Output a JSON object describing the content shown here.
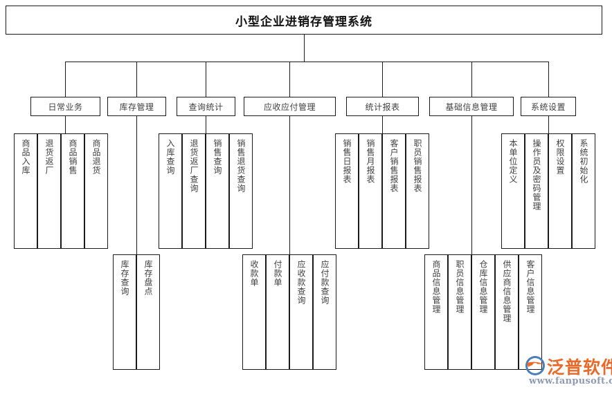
{
  "diagram": {
    "type": "org-tree",
    "root": {
      "label": "小型企业进销存管理系统"
    },
    "level2": [
      {
        "key": "daily",
        "label": "日常业务"
      },
      {
        "key": "stock",
        "label": "库存管理"
      },
      {
        "key": "query",
        "label": "查询统计"
      },
      {
        "key": "ar_ap",
        "label": "应收应付管理"
      },
      {
        "key": "reports",
        "label": "统计报表"
      },
      {
        "key": "basicinfo",
        "label": "基础信息管理"
      },
      {
        "key": "settings",
        "label": "系统设置"
      }
    ],
    "groups": {
      "daily": {
        "parent": "日常业务",
        "leaves": [
          {
            "label": "商品入库"
          },
          {
            "label": "退货返厂"
          },
          {
            "label": "商品销售"
          },
          {
            "label": "商品退货"
          }
        ]
      },
      "stock": {
        "parent": "库存管理",
        "leaves": [
          {
            "label": "库存查询"
          },
          {
            "label": "库存盘点"
          }
        ]
      },
      "query": {
        "parent": "查询统计",
        "leaves": [
          {
            "label": "入库查询"
          },
          {
            "label": "退货返厂查询"
          },
          {
            "label": "销售查询"
          },
          {
            "label": "销售退货查询"
          }
        ]
      },
      "ar_ap": {
        "parent": "应收应付管理",
        "leaves": [
          {
            "label": "收款单"
          },
          {
            "label": "付款单"
          },
          {
            "label": "应收款查询"
          },
          {
            "label": "应付款查询"
          }
        ]
      },
      "reports": {
        "parent": "统计报表",
        "leaves": [
          {
            "label": "销售日报表"
          },
          {
            "label": "销售月报表"
          },
          {
            "label": "客户销售报表"
          },
          {
            "label": "职员销售报表"
          }
        ]
      },
      "basicinfo": {
        "parent": "基础信息管理",
        "leaves": [
          {
            "label": "商品信息管理"
          },
          {
            "label": "职员信息管理"
          },
          {
            "label": "仓库信息管理"
          },
          {
            "label": "供应商信息管理"
          },
          {
            "label": "客户信息管理"
          }
        ]
      },
      "settings": {
        "parent": "系统设置",
        "leaves": [
          {
            "label": "本单位定义"
          },
          {
            "label": "操作员及密码管理"
          },
          {
            "label": "权限设置"
          },
          {
            "label": "系统初始化"
          }
        ]
      }
    }
  },
  "watermark": {
    "brand": "泛普软件",
    "url": "www.fanpusoft.com",
    "brand_color": "#e86a2a",
    "url_color": "#8f9bb3"
  },
  "colors": {
    "line": "#1a1a1a",
    "text": "#3f3f3f",
    "title_text": "#111111",
    "background": "#ffffff"
  }
}
